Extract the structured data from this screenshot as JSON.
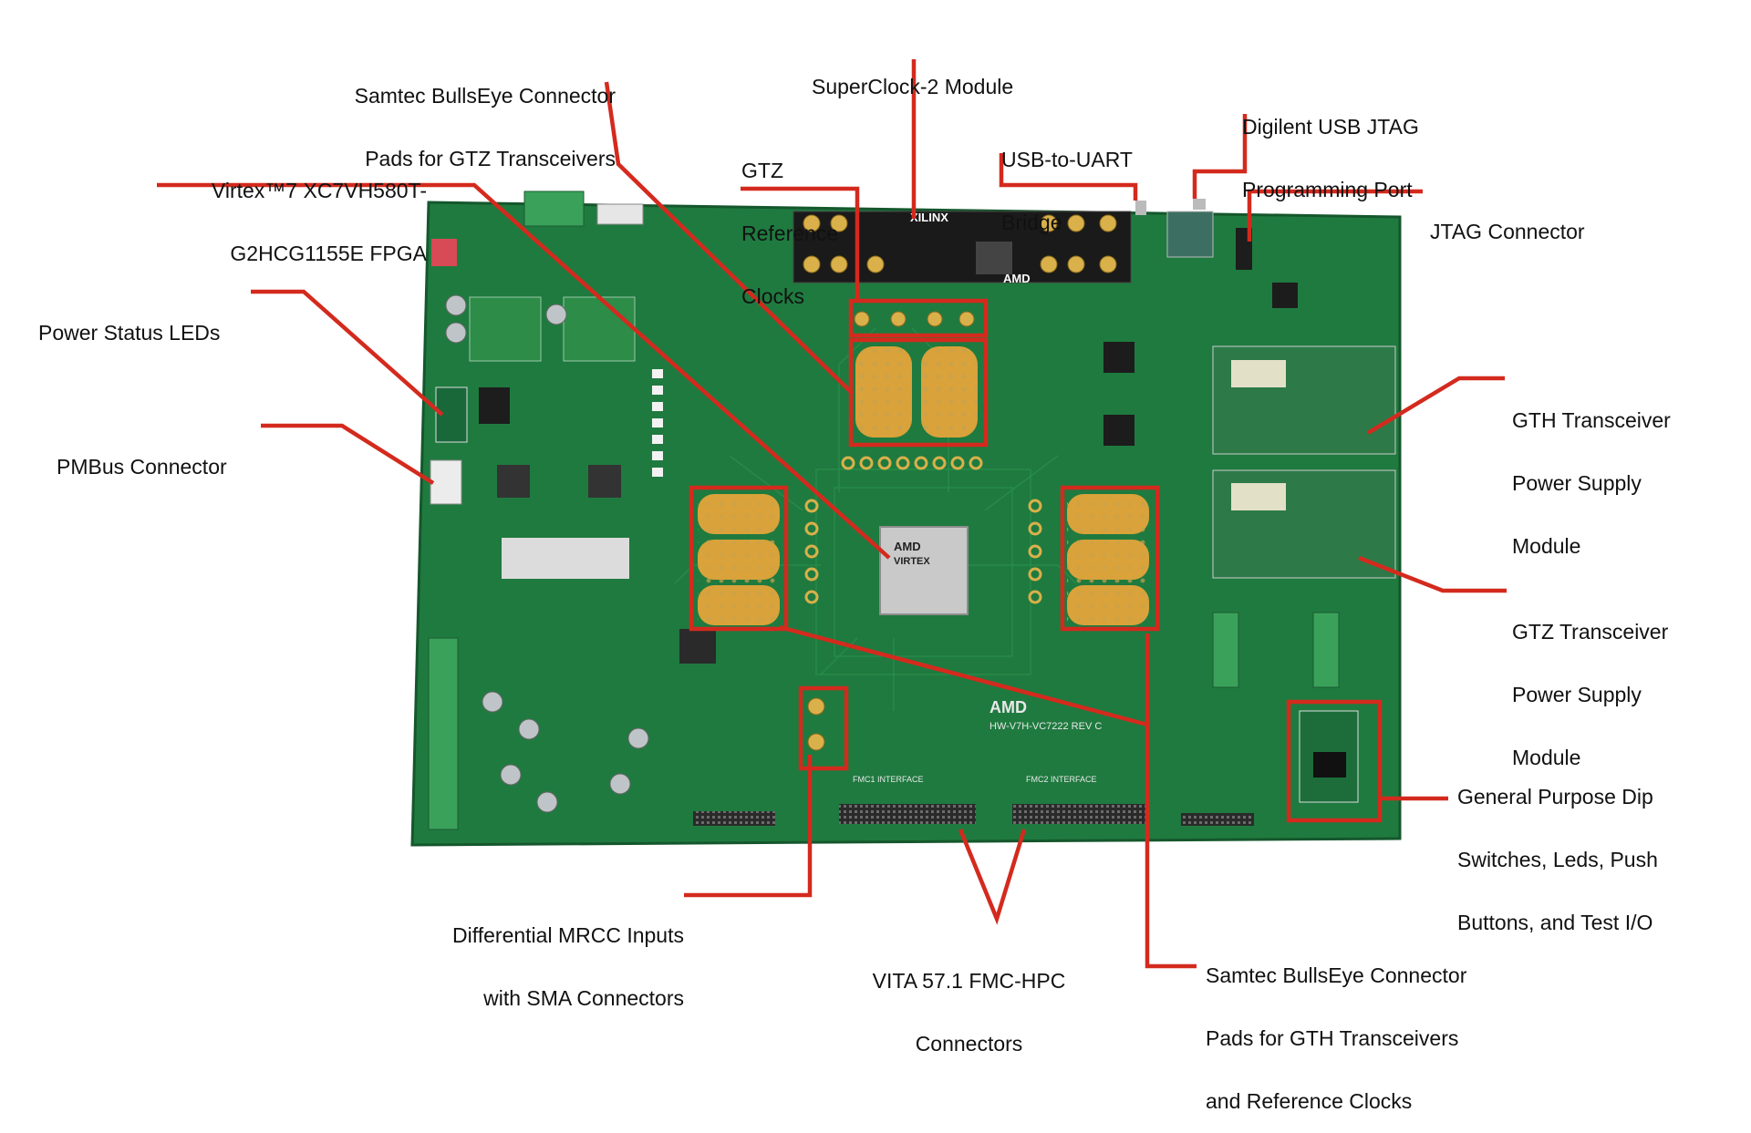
{
  "accent_color": "#d42a1e",
  "board": {
    "pcb_color": "#1f7a3f",
    "fpga_brand": "AMD",
    "fpga_series": "VIRTEX",
    "top_module_brand": "XILINX",
    "board_brand": "AMD",
    "board_model": "HW-V7H-VC7222 REV C",
    "fmc1_label": "FMC1 INTERFACE",
    "fmc2_label": "FMC2 INTERFACE"
  },
  "labels": {
    "bullseye_gtz": [
      "Samtec BullsEye Connector",
      "Pads for GTZ Transceivers"
    ],
    "superclock": [
      "SuperClock-2 Module"
    ],
    "digilent": [
      "Digilent USB JTAG",
      "Programming Port"
    ],
    "fpga": [
      "Virtex™7 XC7VH580T-",
      "G2HCG1155E FPGA"
    ],
    "gtz_ref": [
      "GTZ",
      "Reference",
      "Clocks"
    ],
    "usb_uart": [
      "USB-to-UART",
      "Bridge"
    ],
    "jtag": [
      "JTAG Connector"
    ],
    "power_leds": [
      "Power Status LEDs"
    ],
    "pmbus": [
      "PMBus Connector"
    ],
    "gth_power": [
      "GTH Transceiver",
      "Power Supply",
      "Module"
    ],
    "gtz_power": [
      "GTZ Transceiver",
      "Power Supply",
      "Module"
    ],
    "gpio": [
      "General Purpose Dip",
      "Switches, Leds, Push",
      "Buttons, and Test I/O"
    ],
    "mrcc": [
      "Differential MRCC Inputs",
      "with SMA Connectors"
    ],
    "fmc": [
      "VITA 57.1 FMC-HPC",
      "Connectors"
    ],
    "bullseye_gth": [
      "Samtec BullsEye Connector",
      "Pads for GTH Transceivers",
      "and Reference Clocks"
    ]
  }
}
